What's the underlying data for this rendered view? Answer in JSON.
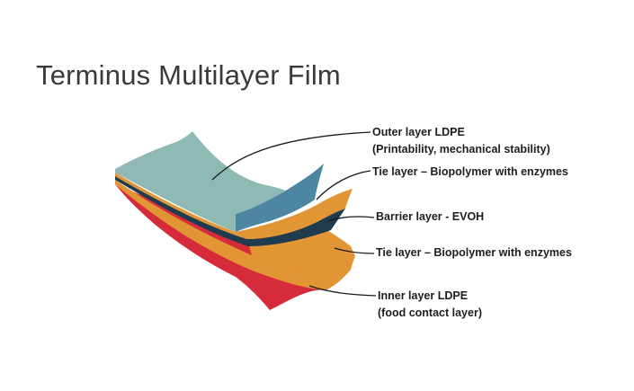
{
  "title": "Terminus Multilayer Film",
  "colors": {
    "outer_ldpe": "#8fb9b3",
    "outer_ldpe_edge": "#4d86a3",
    "tie_top": "#e29534",
    "barrier_evoh": "#1f3b4d",
    "tie_bottom": "#e29534",
    "inner_ldpe": "#d62b3a",
    "leader_line": "#1a1a1a"
  },
  "layers": [
    {
      "line1": "Outer layer LDPE",
      "line2": "(Printability, mechanical stability)"
    },
    {
      "line1": "Tie layer – Biopolymer with enzymes",
      "line2": ""
    },
    {
      "line1": "Barrier layer - EVOH",
      "line2": ""
    },
    {
      "line1": "Tie layer – Biopolymer with enzymes",
      "line2": ""
    },
    {
      "line1": "Inner layer LDPE",
      "line2": "(food contact layer)"
    }
  ]
}
